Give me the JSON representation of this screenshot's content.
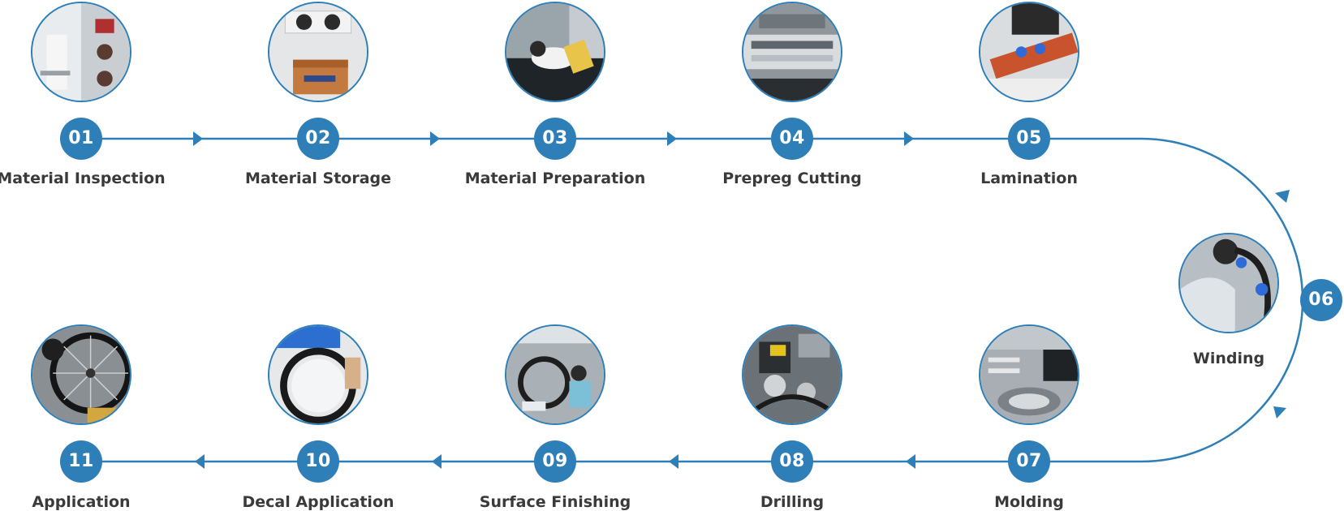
{
  "theme": {
    "accent": "#2e7fb8",
    "label_color": "#3a3a3a"
  },
  "steps": [
    {
      "number": "01",
      "label": "Material Inspection"
    },
    {
      "number": "02",
      "label": "Material Storage"
    },
    {
      "number": "03",
      "label": "Material Preparation"
    },
    {
      "number": "04",
      "label": "Prepreg Cutting"
    },
    {
      "number": "05",
      "label": "Lamination"
    },
    {
      "number": "06",
      "label": "Winding"
    },
    {
      "number": "07",
      "label": "Molding"
    },
    {
      "number": "08",
      "label": "Drilling"
    },
    {
      "number": "09",
      "label": "Surface Finishing"
    },
    {
      "number": "10",
      "label": "Decal Application"
    },
    {
      "number": "11",
      "label": "Application"
    }
  ]
}
